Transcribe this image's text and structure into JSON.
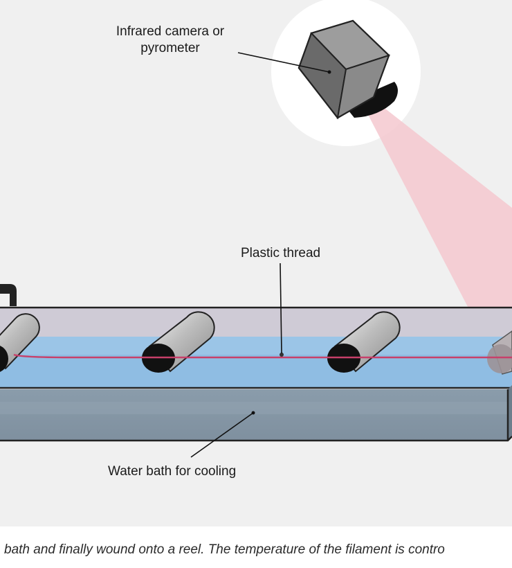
{
  "diagram": {
    "labels": {
      "camera": "Infrared camera or pyrometer",
      "thread": "Plastic thread",
      "bath": "Water bath for cooling"
    },
    "colors": {
      "background": "#f0f0f0",
      "water": "#8fbde3",
      "tank_front": "#8597a6",
      "tank_top": "#cfcbd6",
      "thread": "#c8406a",
      "beam": "#f5c8cf",
      "camera_body": "#7a7a7a"
    }
  },
  "caption": {
    "text": "bath and finally wound onto a reel. The temperature of the filament is contro"
  }
}
